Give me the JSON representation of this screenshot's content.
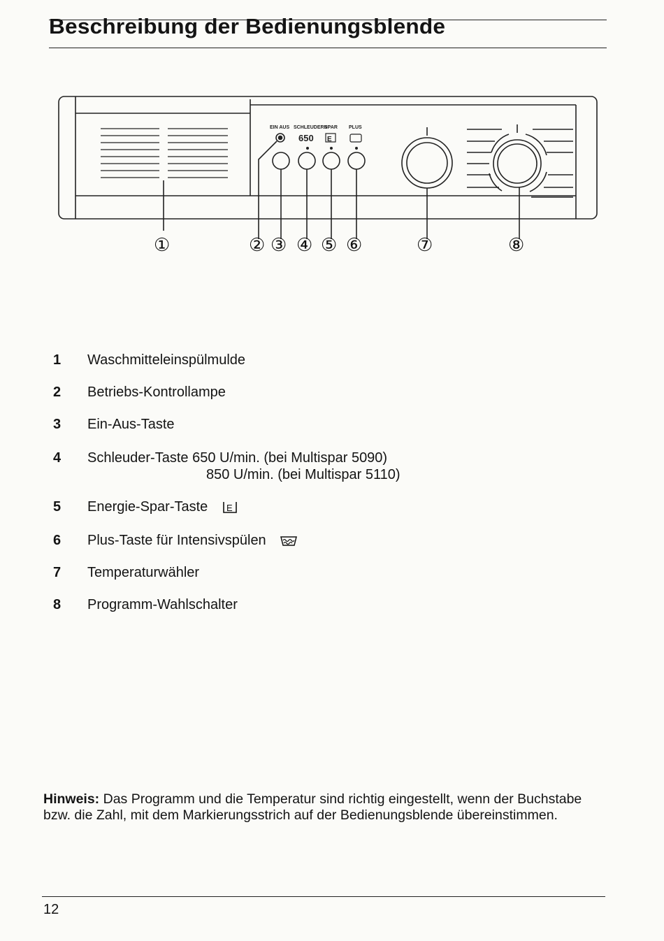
{
  "page": {
    "title": "Beschreibung der Bedienungsblende",
    "number": "12"
  },
  "panel": {
    "labels": {
      "ein_aus": "EIN AUS",
      "schleudern": "SCHLEUDERN",
      "spar": "SPAR",
      "plus": "PLUS",
      "speed": "650"
    },
    "callouts": [
      "①",
      "②",
      "③",
      "④",
      "⑤",
      "⑥",
      "⑦",
      "⑧"
    ]
  },
  "legend": [
    {
      "num": "1",
      "text": "Waschmitteleinspülmulde"
    },
    {
      "num": "2",
      "text": "Betriebs-Kontrollampe"
    },
    {
      "num": "3",
      "text": "Ein-Aus-Taste"
    },
    {
      "num": "4",
      "text": "Schleuder-Taste 650 U/min. (bei Multispar 5090)",
      "sub": "850 U/min. (bei Multispar 5110)"
    },
    {
      "num": "5",
      "text": "Energie-Spar-Taste",
      "icon": "energy-saving-E-icon"
    },
    {
      "num": "6",
      "text": "Plus-Taste für Intensivspülen",
      "icon": "rinse-tub-icon"
    },
    {
      "num": "7",
      "text": "Temperaturwähler"
    },
    {
      "num": "8",
      "text": "Programm-Wahlschalter"
    }
  ],
  "note": {
    "label": "Hinweis:",
    "text": " Das Programm und die Temperatur sind richtig eingestellt, wenn der Buchstabe bzw. die Zahl, mit dem Markierungsstrich auf der Bedienungsblende übereinstimmen."
  }
}
